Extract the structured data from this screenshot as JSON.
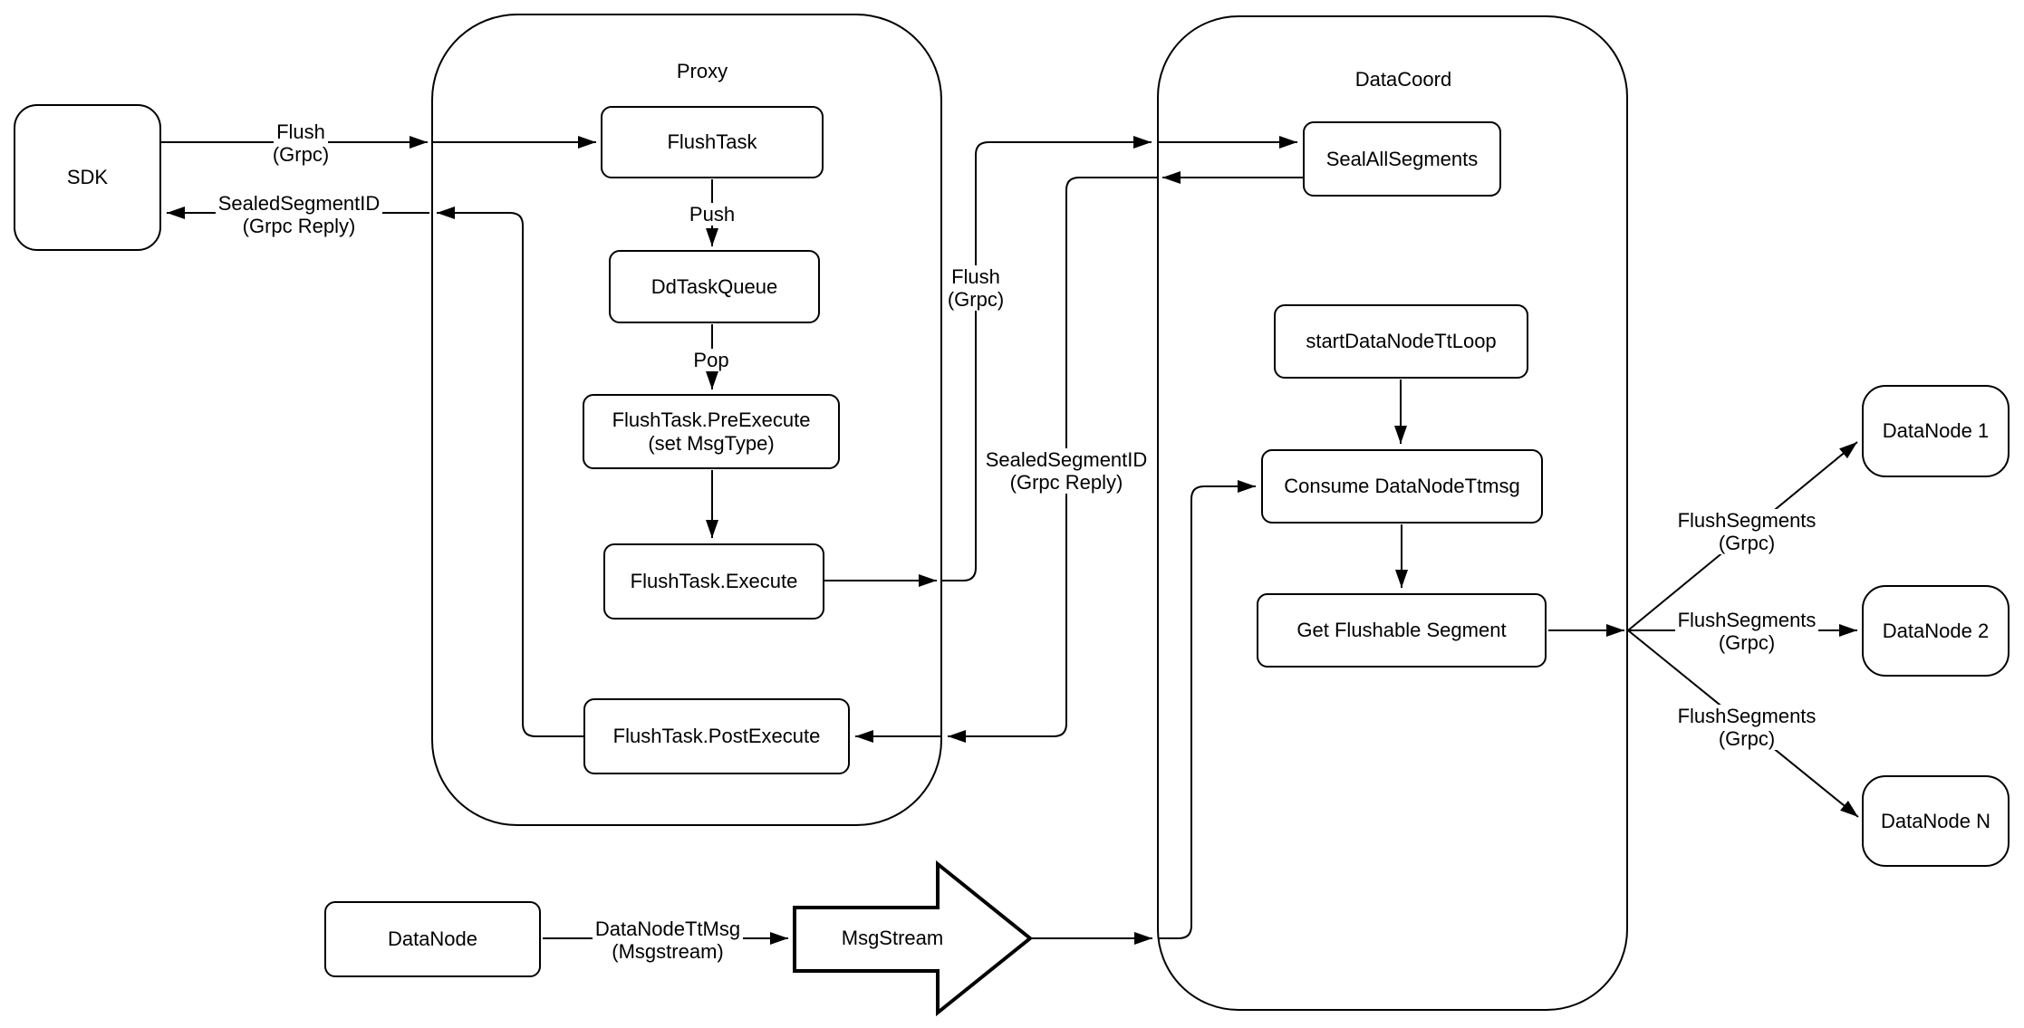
{
  "containers": {
    "proxy": {
      "title": "Proxy"
    },
    "datacoord": {
      "title": "DataCoord"
    }
  },
  "nodes": {
    "sdk": {
      "label": "SDK"
    },
    "flush_task": {
      "label": "FlushTask"
    },
    "dd_task_queue": {
      "label": "DdTaskQueue"
    },
    "pre_execute": {
      "label": "FlushTask.PreExecute\n(set MsgType)"
    },
    "execute": {
      "label": "FlushTask.Execute"
    },
    "post_execute": {
      "label": "FlushTask.PostExecute"
    },
    "seal_all_segments": {
      "label": "SealAllSegments"
    },
    "start_datanode_tt_loop": {
      "label": "startDataNodeTtLoop"
    },
    "consume_datanode_ttmsg": {
      "label": "Consume DataNodeTtmsg"
    },
    "get_flushable_segment": {
      "label": "Get Flushable Segment"
    },
    "datanode_1": {
      "label": "DataNode 1"
    },
    "datanode_2": {
      "label": "DataNode 2"
    },
    "datanode_n": {
      "label": "DataNode N"
    },
    "datanode": {
      "label": "DataNode"
    },
    "msgstream": {
      "label": "MsgStream"
    }
  },
  "edge_labels": {
    "flush_sdk": {
      "l1": "Flush",
      "l2": "(Grpc)"
    },
    "sealed_sdk": {
      "l1": "SealedSegmentID",
      "l2": "(Grpc Reply)"
    },
    "push": {
      "l1": "Push"
    },
    "pop": {
      "l1": "Pop"
    },
    "flush_mid": {
      "l1": "Flush",
      "l2": "(Grpc)"
    },
    "sealed_mid": {
      "l1": "SealedSegmentID",
      "l2": "(Grpc Reply)"
    },
    "flush_segments_1": {
      "l1": "FlushSegments",
      "l2": "(Grpc)"
    },
    "flush_segments_2": {
      "l1": "FlushSegments",
      "l2": "(Grpc)"
    },
    "flush_segments_3": {
      "l1": "FlushSegments",
      "l2": "(Grpc)"
    },
    "datanode_ttmsg": {
      "l1": "DataNodeTtMsg",
      "l2": "(Msgstream)"
    }
  },
  "colors": {
    "stroke": "#000000",
    "fill": "#ffffff",
    "text": "#000000"
  }
}
